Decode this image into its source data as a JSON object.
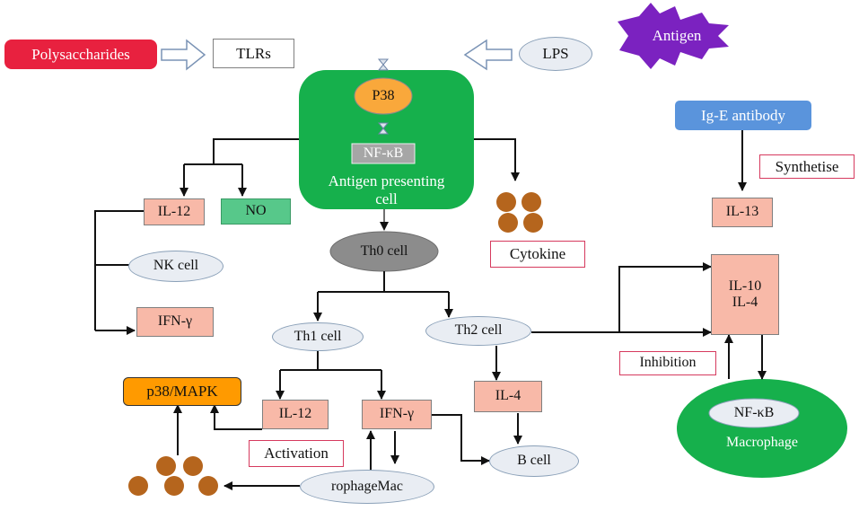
{
  "colors": {
    "salmon": "#f8b9a8",
    "green": "#16b04c",
    "red_pill": "#e8213f",
    "purple_star": "#7b22c0",
    "blue_box": "#5a94dc",
    "orange": "#ff9a00",
    "p38_orange": "#f9a83b",
    "brown_circle": "#b5651d",
    "dark_ellipse": "#8c8c8c",
    "arrow": "#111111"
  },
  "nodes": {
    "polysaccharides": "Polysaccharides",
    "tlrs": "TLRs",
    "antigen": "Antigen",
    "lps": "LPS",
    "p38": "P38",
    "nfkb_apc": "NF-κB",
    "apc_line1": "Antigen presenting",
    "apc_line2": "cell",
    "ige": "Ig-E antibody",
    "synthetise": "Synthetise",
    "il13": "IL-13",
    "il12_top": "IL-12",
    "no": "NO",
    "cytokine": "Cytokine",
    "th0": "Th0 cell",
    "nk": "NK cell",
    "ifn_left": "IFN-γ",
    "th1": "Th1 cell",
    "th2": "Th2 cell",
    "il10": "IL-10",
    "il4_right": "IL-4",
    "inhibition": "Inhibition",
    "p38mapk": "p38/MAPK",
    "il12_bottom": "IL-12",
    "ifn_bottom": "IFN-γ",
    "il4_mid": "IL-4",
    "nfkb_mac": "NF-κB",
    "macrophage": "Macrophage",
    "activation": "Activation",
    "bcell": "B cell",
    "rophagemac": "rophageMac"
  }
}
